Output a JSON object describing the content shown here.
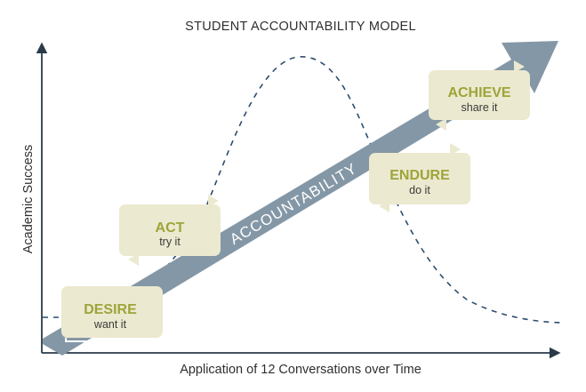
{
  "title": "STUDENT ACCOUNTABILITY MODEL",
  "y_axis_label": "Academic Success",
  "x_axis_label": "Application of 12 Conversations over Time",
  "arrow_label": "ACCOUNTABILITY",
  "stages": [
    {
      "title": "DESIRE",
      "subtitle": "want it"
    },
    {
      "title": "ACT",
      "subtitle": "try it"
    },
    {
      "title": "ENDURE",
      "subtitle": "do it"
    },
    {
      "title": "ACHIEVE",
      "subtitle": "share it"
    }
  ],
  "colors": {
    "arrow": "#8497a6",
    "box": "#ebe9cf",
    "stage_title": "#9ea43a",
    "curve": "#2c4d6e",
    "axis": "#2a3a4a"
  }
}
